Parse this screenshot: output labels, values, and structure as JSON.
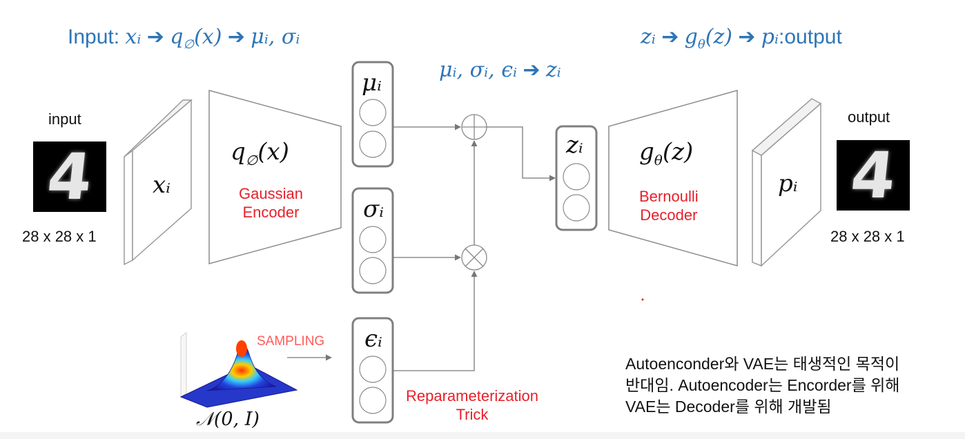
{
  "headers": {
    "encoder_flow": {
      "input_word": "Input: ",
      "xi": "xᵢ",
      "q": "q",
      "q_sub": "∅",
      "q_arg": "(x)",
      "params": "μᵢ, σᵢ",
      "arrow": "➔"
    },
    "sampling_flow": {
      "params": "μᵢ, σᵢ, ϵᵢ",
      "zi": "zᵢ",
      "arrow": "➔"
    },
    "decoder_flow": {
      "zi": "zᵢ",
      "g": "g",
      "g_sub": "θ",
      "g_arg": "(z)",
      "pi": "pᵢ",
      "output_word": ":output",
      "arrow": "➔"
    }
  },
  "input": {
    "label": "input",
    "digit": "4",
    "dims": "28 x 28 x 1"
  },
  "output": {
    "label": "output",
    "digit": "4",
    "dims": "28 x 28 x 1"
  },
  "input_layer": {
    "symbol": "xᵢ"
  },
  "output_layer": {
    "symbol": "pᵢ"
  },
  "encoder": {
    "func": "q",
    "func_sub": "∅",
    "func_arg": "(x)",
    "name_line1": "Gaussian",
    "name_line2": "Encoder"
  },
  "decoder": {
    "func": "g",
    "func_sub": "θ",
    "func_arg": "(z)",
    "name_line1": "Bernoulli",
    "name_line2": "Decoder"
  },
  "nodes": {
    "mu": "μᵢ",
    "sigma": "σᵢ",
    "epsilon": "ϵᵢ",
    "z": "zᵢ"
  },
  "operators": {
    "add": "+",
    "multiply": "×"
  },
  "sampling": {
    "label": "SAMPLING",
    "distribution": "𝒩(0, I)"
  },
  "reparam": {
    "line1": "Reparameterization",
    "line2": "Trick"
  },
  "note": {
    "line1": "Autoenconder와 VAE는 태생적인 목적이",
    "line2": "반대임. Autoencoder는 Encorder를 위해",
    "line3": "VAE는 Decoder를 위해 개발됨"
  },
  "colors": {
    "header_blue": "#2e75b6",
    "label_red": "#e8202a",
    "line_gray": "#777777"
  }
}
